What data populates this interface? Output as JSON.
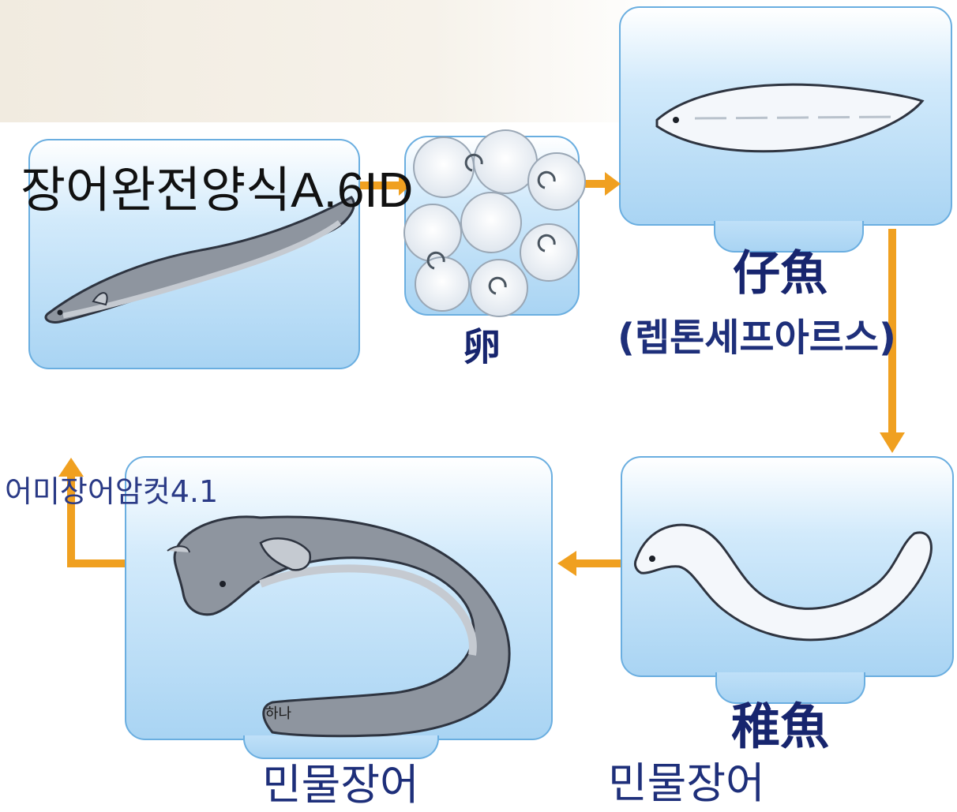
{
  "overlay_text": {
    "title": "장어완전양식A.6ID",
    "adult_tag": "어미장어암컷4.1",
    "small_note": "하나"
  },
  "stages": {
    "egg": {
      "label": "卵"
    },
    "leptocephalus": {
      "label_kanji": "仔魚",
      "label_korean": "(렙톤세프아르스)"
    },
    "glass_eel": {
      "label_kanji": "稚魚",
      "label_korean": "민물장어"
    },
    "eel": {
      "label_korean": "민물장어"
    }
  },
  "colors": {
    "box_border": "#6aaee0",
    "box_fill_top": "#d2eafb",
    "box_fill_bottom": "#a9d4f3",
    "arrow": "#f0a020",
    "eel_body": "#8e959f",
    "eel_belly": "#c5cad1",
    "larva_body": "#f4f7fb",
    "label_text": "#1a2a78"
  }
}
